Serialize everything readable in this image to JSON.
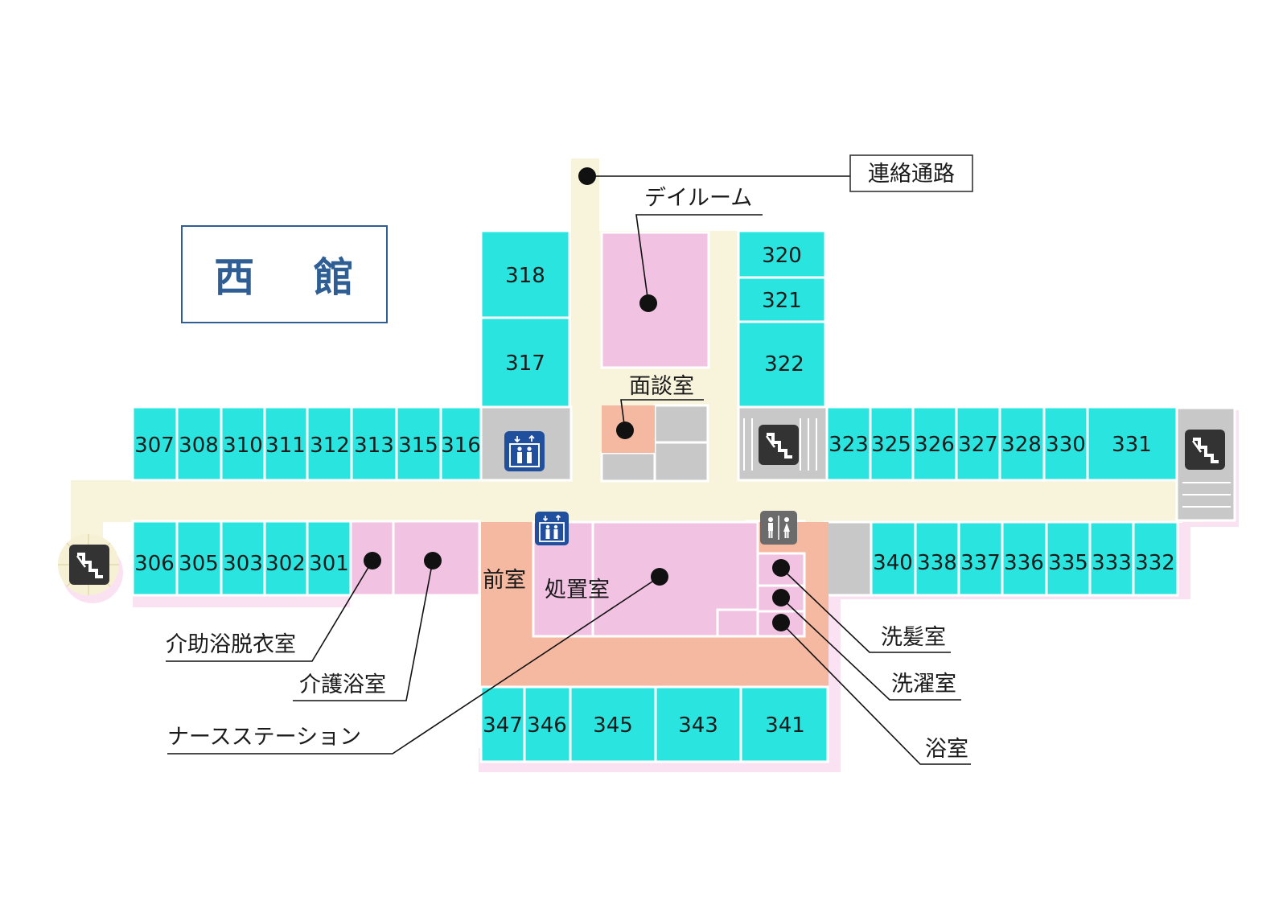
{
  "title": "西 館",
  "colors": {
    "room": "#2ae5df",
    "corridor": "#f8f4dc",
    "facility_pink": "#f2c2e3",
    "nurse_station": "#f5b9a1",
    "service_gray": "#c8c8c8",
    "shadow": "#fbe2f3",
    "title_border": "#2e5e93",
    "title_text": "#2e5e93",
    "elevator_icon_bg": "#1f4f9d",
    "stair_icon_bg": "#333333",
    "toilet_icon_bg": "#6b6b6b"
  },
  "rooms_top_row": [
    "307",
    "308",
    "310",
    "311",
    "312",
    "313",
    "315",
    "316"
  ],
  "rooms_bottom_left": [
    "306",
    "305",
    "303",
    "302",
    "301"
  ],
  "rooms_north_left": [
    "318",
    "317"
  ],
  "rooms_north_right": [
    "320",
    "321",
    "322"
  ],
  "rooms_east_top": [
    "323",
    "325",
    "326",
    "327",
    "328",
    "330",
    "331"
  ],
  "rooms_east_bottom": [
    "340",
    "338",
    "337",
    "336",
    "335",
    "333",
    "332"
  ],
  "rooms_south": [
    "347",
    "346",
    "345",
    "343",
    "341"
  ],
  "inline_labels": {
    "front_room": "前室",
    "treatment_room": "処置室"
  },
  "callouts": {
    "connecting_passage": "連絡通路",
    "day_room": "デイルーム",
    "consultation_room": "面談室",
    "assisted_bath_dressing": "介助浴脱衣室",
    "care_bath": "介護浴室",
    "nurse_station": "ナースステーション",
    "hair_wash": "洗髪室",
    "laundry": "洗濯室",
    "bathroom": "浴室"
  },
  "icons": {
    "elevator": "elevator-icon",
    "stairs": "stairs-icon",
    "restroom": "restroom-icon"
  }
}
